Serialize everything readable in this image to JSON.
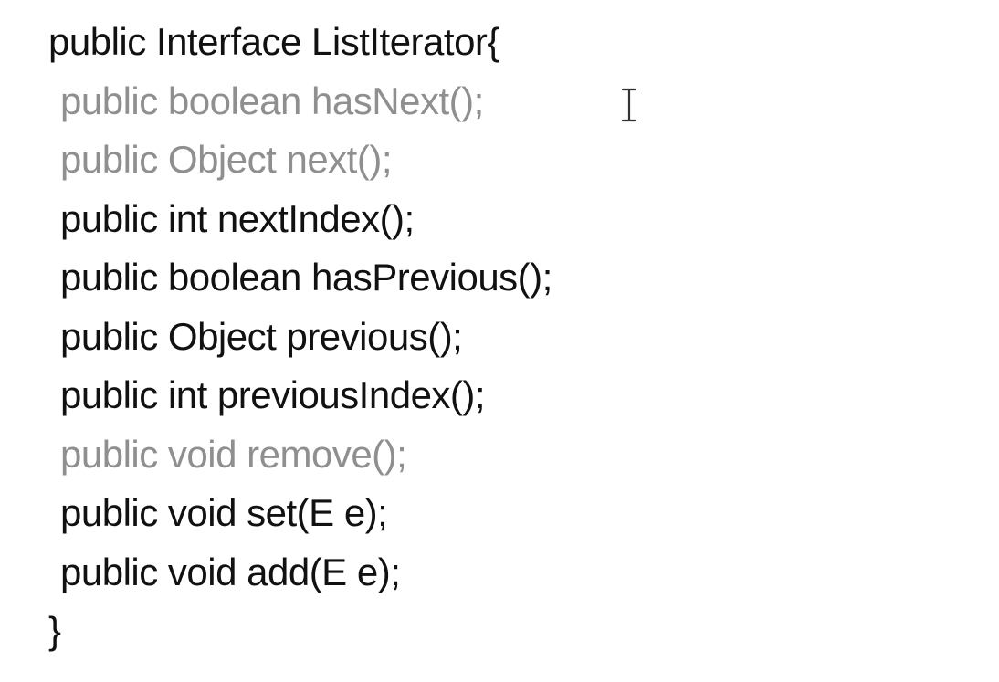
{
  "code": {
    "header": "public Interface ListIterator{",
    "methods": [
      {
        "text": "public boolean hasNext();",
        "dimmed": true
      },
      {
        "text": "public Object next();",
        "dimmed": true
      },
      {
        "text": "public int nextIndex();",
        "dimmed": false
      },
      {
        "text": "public boolean hasPrevious();",
        "dimmed": false
      },
      {
        "text": "public Object previous();",
        "dimmed": false
      },
      {
        "text": "public int previousIndex();",
        "dimmed": false
      },
      {
        "text": "public void remove();",
        "dimmed": true
      },
      {
        "text": "public void set(E e);",
        "dimmed": false
      },
      {
        "text": "public void add(E e);",
        "dimmed": false
      }
    ],
    "footer": "}"
  },
  "colors": {
    "text": "#111111",
    "dimmed_text": "#8f8f8f",
    "background": "#ffffff"
  },
  "cursor": {
    "icon": "text-cursor-icon"
  }
}
